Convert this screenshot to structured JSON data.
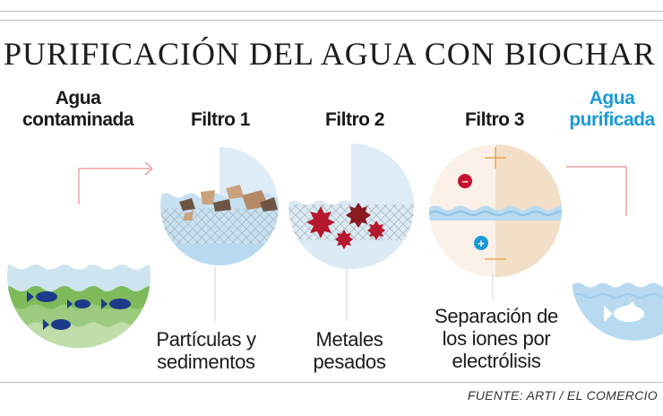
{
  "title": "PURIFICACIÓN DEL AGUA CON BIOCHAR",
  "stages": [
    {
      "line1": "Agua",
      "line2": "contaminada"
    },
    {
      "line1": "Filtro 1"
    },
    {
      "line1": "Filtro 2"
    },
    {
      "line1": "Filtro 3"
    },
    {
      "line1": "Agua",
      "line2": "purificada"
    }
  ],
  "descriptions": [
    {
      "line1": "Partículas y",
      "line2": "sedimentos"
    },
    {
      "line1": "Metales",
      "line2": "pesados"
    },
    {
      "line1": "Separación de",
      "line2": "los iones por",
      "line3": "electrólisis"
    }
  ],
  "ions": {
    "negative": "−",
    "positive": "+"
  },
  "source": "FUENTE: ARTI / EL COMERCIO",
  "colors": {
    "accent_blue": "#1b9ad6",
    "water_light": "#b7daf0",
    "contaminant_green": "#7dbb5a",
    "fish": "#1c3a8c",
    "metal_red": "#b5172d",
    "sediment_brown": "#b58a66",
    "arrow_pink": "#e58d96",
    "electrode_orange": "#e39a3a"
  }
}
